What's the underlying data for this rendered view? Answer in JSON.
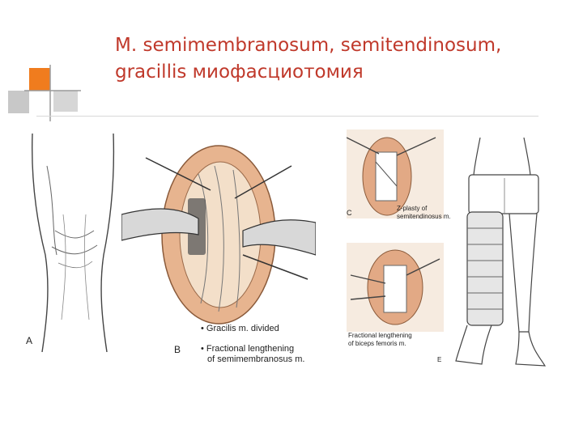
{
  "slide": {
    "title_line1": "M. semimembranosum, semitendinosum,",
    "title_line2": "gracillis миофасциотомия"
  },
  "figure": {
    "panel_a": {
      "label": "A"
    },
    "panel_b": {
      "label": "B",
      "bullet1": "• Gracilis m. divided",
      "bullet2_line1": "• Fractional lengthening",
      "bullet2_line2": "of semimembranosus m."
    },
    "panel_c": {
      "label": "C",
      "note_line1": "Z-plasty of",
      "note_line2": "semitendinosus m."
    },
    "panel_d": {
      "note_line1": "Fractional lengthening",
      "note_line2": "of biceps femoris m."
    },
    "panel_e": {
      "label": "E"
    }
  },
  "colors": {
    "accent_orange": "#f07c1e",
    "accent_gray": "#b8b8b8",
    "title_red": "#c0392b",
    "skin": "#f3dfc9",
    "tissue": "#d9a07a"
  }
}
